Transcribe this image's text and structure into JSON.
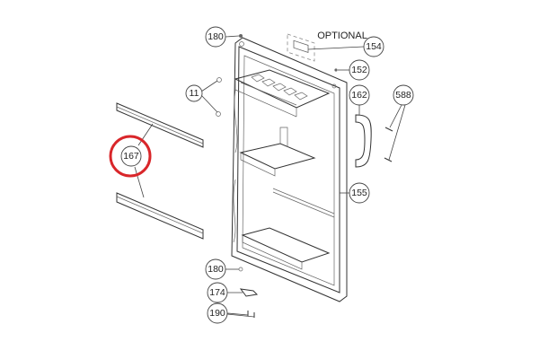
{
  "diagram": {
    "optional_label": "OPTIONAL",
    "callouts": {
      "c180_top": "180",
      "c154": "154",
      "c152": "152",
      "c162": "162",
      "c588": "588",
      "c11": "11",
      "c167": "167",
      "c155": "155",
      "c180_bottom": "180",
      "c174": "174",
      "c190": "190"
    },
    "highlight_color": "#d9262a"
  }
}
